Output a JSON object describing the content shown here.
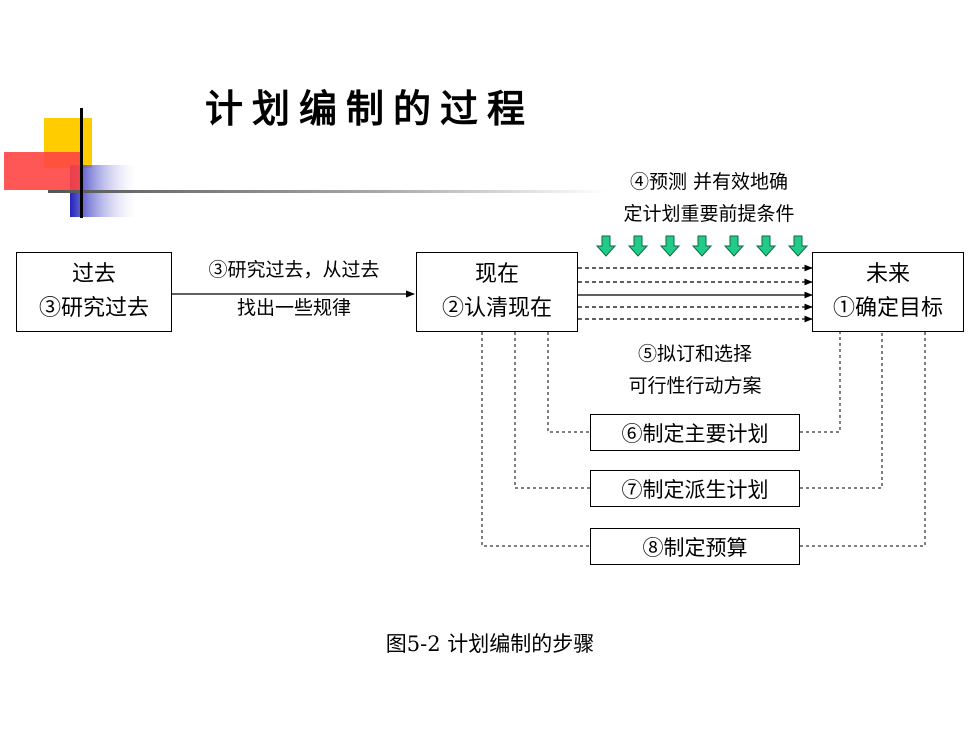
{
  "title": "计划编制的过程",
  "boxes": {
    "past": {
      "line1": "过去",
      "line2": "③研究过去"
    },
    "present": {
      "line1": "现在",
      "line2": "②认清现在"
    },
    "future": {
      "line1": "未来",
      "line2": "①确定目标"
    }
  },
  "past_to_present_label": {
    "line1": "③研究过去，从过去",
    "line2": "找出一些规律"
  },
  "forecast_note": {
    "line1": "④预测 并有效地确",
    "line2": "定计划重要前提条件"
  },
  "select_note": {
    "line1": "⑤拟订和选择",
    "line2": "可行性行动方案"
  },
  "plans": [
    {
      "label": "⑥制定主要计划"
    },
    {
      "label": "⑦制定派生计划"
    },
    {
      "label": "⑧制定预算"
    }
  ],
  "caption": "图5-2  计划编制的步骤",
  "colors": {
    "accent_yellow": "#ffcc00",
    "accent_red": "#ff3333",
    "accent_blue": "#2222bb",
    "down_arrow_green": "#22cc88"
  }
}
